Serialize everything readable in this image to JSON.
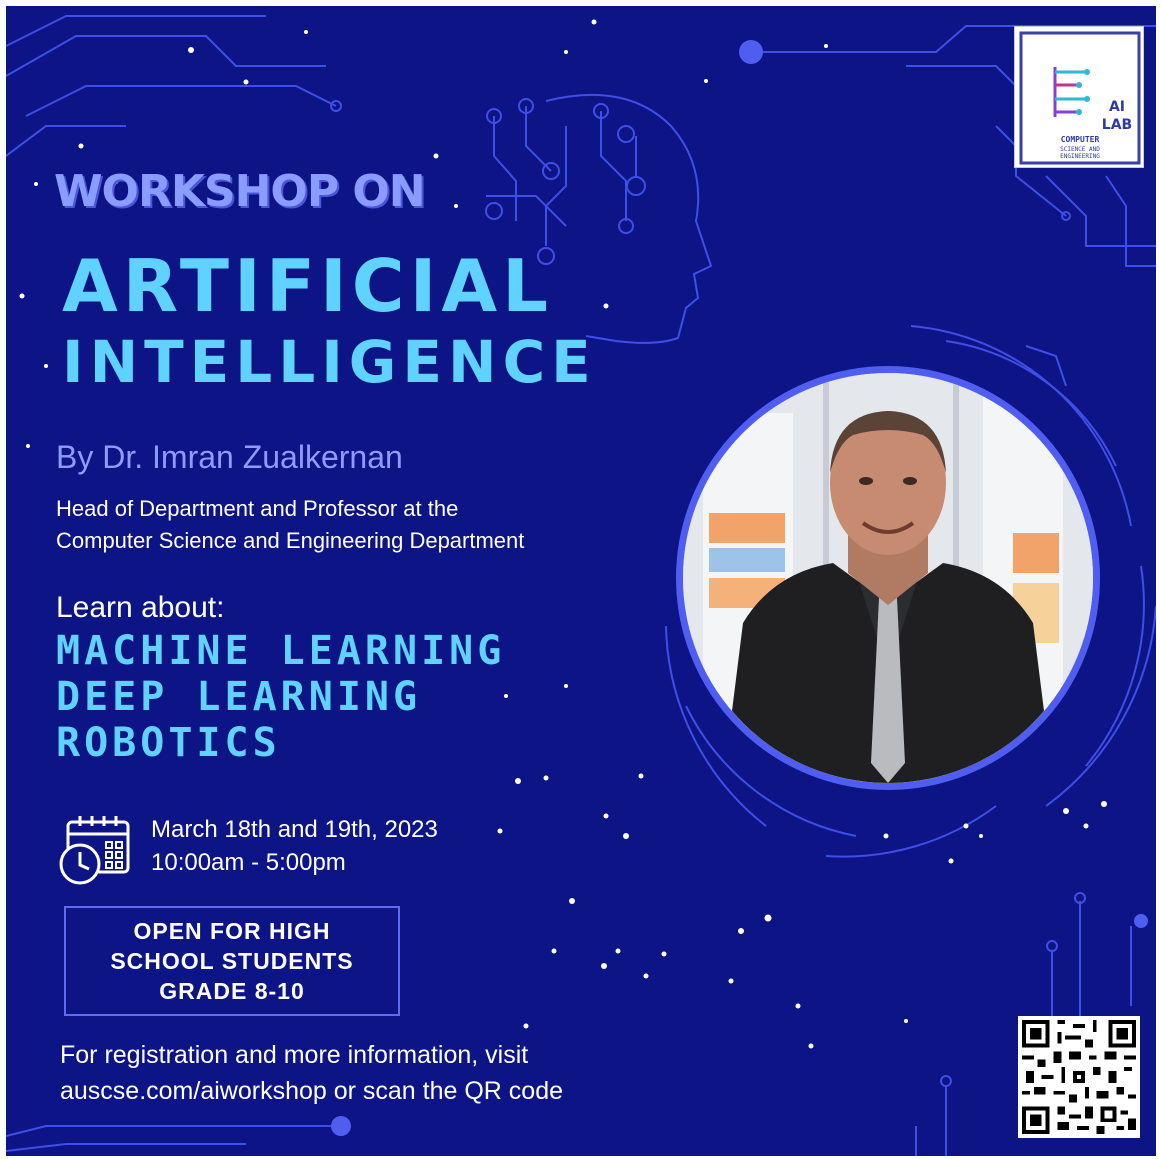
{
  "headline": {
    "line1": "WORKSHOP ON",
    "line2": "ARTIFICIAL",
    "line3": "INTELLIGENCE"
  },
  "presenter": {
    "byline": "By Dr. Imran Zualkernan",
    "role_line1": "Head of Department and Professor at the",
    "role_line2": "Computer Science and Engineering Department"
  },
  "learn": {
    "heading": "Learn about:",
    "topics": [
      "MACHINE LEARNING",
      "DEEP LEARNING",
      "ROBOTICS"
    ]
  },
  "schedule": {
    "date": "March 18th and 19th, 2023",
    "time": "10:00am - 5:00pm",
    "icon": "calendar-clock-icon"
  },
  "eligibility": {
    "line1": "OPEN FOR HIGH",
    "line2": "SCHOOL STUDENTS",
    "line3": "GRADE 8-10"
  },
  "registration": {
    "line1": "For registration and more information, visit",
    "line2": "auscse.com/aiworkshop or scan the QR code"
  },
  "logo": {
    "line1": "AI",
    "line2": "LAB",
    "line3": "COMPUTER",
    "line4": "SCIENCE AND",
    "line5": "ENGINEERING"
  },
  "colors": {
    "background": "#0c1486",
    "accent_cyan": "#5fd2ff",
    "accent_lavender": "#8f9cff",
    "circuit": "#3f4ee6"
  }
}
